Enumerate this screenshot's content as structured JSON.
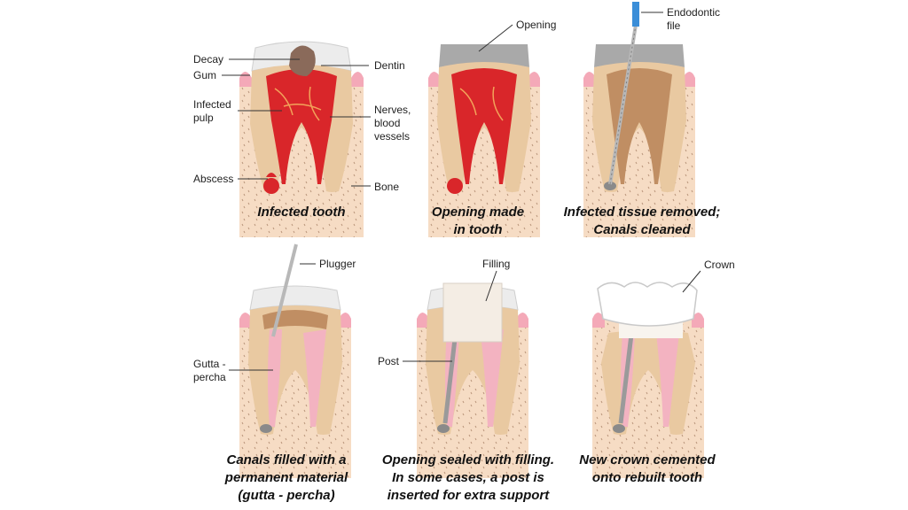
{
  "panels": [
    {
      "caption": "Infected tooth",
      "labels": {
        "decay": "Decay",
        "gum": "Gum",
        "infected_pulp": "Infected\npulp",
        "abscess": "Abscess",
        "dentin": "Dentin",
        "nerves": "Nerves,\nblood\nvessels",
        "bone": "Bone"
      }
    },
    {
      "caption": "Opening made\nin tooth",
      "labels": {
        "opening": "Opening"
      }
    },
    {
      "caption": "Infected tissue removed;\nCanals cleaned",
      "labels": {
        "file": "Endodontic\nfile"
      }
    },
    {
      "caption": "Canals filled with a\npermanent material\n(gutta - percha)",
      "labels": {
        "plugger": "Plugger",
        "gutta": "Gutta -\npercha"
      }
    },
    {
      "caption": "Opening sealed with filling.\nIn some cases, a post is\ninserted for extra support",
      "labels": {
        "filling": "Filling",
        "post": "Post"
      }
    },
    {
      "caption": "New crown cemented\nonto rebuilt tooth",
      "labels": {
        "crown": "Crown"
      }
    }
  ],
  "colors": {
    "bone": "#f6dcc4",
    "bone_dots": "#b9957a",
    "gum": "#f4a9b8",
    "enamel": "#ececec",
    "dentin": "#e9c9a1",
    "pulp_infected": "#d9262a",
    "pulp_clean": "#c08e63",
    "gutta": "#f3b3c1",
    "filling": "#f4ede4",
    "metal": "#9a9a9a",
    "decay": "#8a6a5a"
  },
  "icons": {
    "tooth": "molar-tooth-illustration",
    "file": "endodontic-file-tool",
    "plugger": "plugger-tool"
  }
}
